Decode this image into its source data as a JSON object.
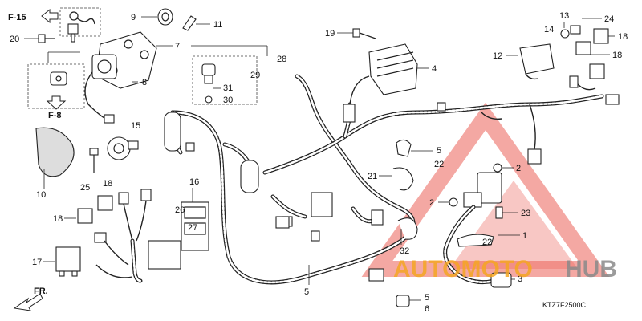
{
  "diagram": {
    "part_numbers": [
      "1",
      "2",
      "2",
      "3",
      "4",
      "5",
      "5",
      "5",
      "6",
      "7",
      "8",
      "9",
      "10",
      "11",
      "12",
      "13",
      "14",
      "15",
      "16",
      "17",
      "18",
      "18",
      "18",
      "18",
      "19",
      "20",
      "21",
      "22",
      "22",
      "23",
      "24",
      "25",
      "26",
      "27",
      "28",
      "29",
      "30",
      "31",
      "32"
    ],
    "labels": {
      "p1": "1",
      "p2a": "2",
      "p2b": "2",
      "p3": "3",
      "p4": "4",
      "p5a": "5",
      "p5b": "5",
      "p5c": "5",
      "p6": "6",
      "p7": "7",
      "p8": "8",
      "p9": "9",
      "p10": "10",
      "p11": "11",
      "p12": "12",
      "p13": "13",
      "p14": "14",
      "p15": "15",
      "p16": "16",
      "p17": "17",
      "p18a": "18",
      "p18b": "18",
      "p18c": "18",
      "p18d": "18",
      "p19": "19",
      "p20": "20",
      "p21": "21",
      "p22a": "22",
      "p22b": "22",
      "p23": "23",
      "p24": "24",
      "p25": "25",
      "p26": "26",
      "p27": "27",
      "p28": "28",
      "p29": "29",
      "p30": "30",
      "p31": "31",
      "p32": "32"
    },
    "refs": {
      "f15": "F-15",
      "f8": "F-8",
      "fr": "FR."
    },
    "drawing_code": "KTZ7F2500C"
  },
  "watermark": {
    "text_orange": "AUTOMOTO",
    "text_gray": "HUB",
    "color_orange": "#f5a623",
    "color_gray": "#8a8a8a",
    "color_red": "#e8463a"
  }
}
